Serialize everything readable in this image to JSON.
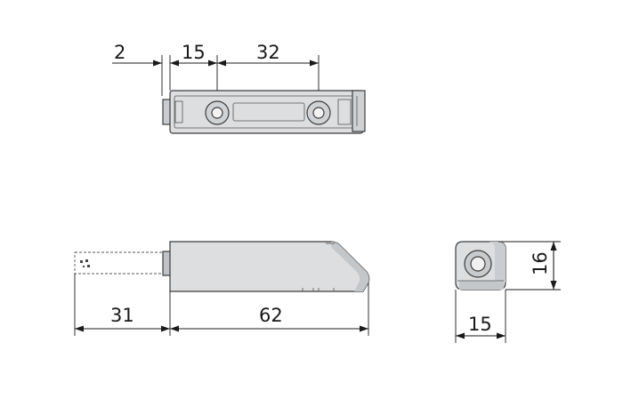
{
  "dimensions": {
    "top_offset": "2",
    "top_first_hole": "15",
    "top_hole_spacing": "32",
    "side_extension": "31",
    "side_body_length": "62",
    "end_width": "15",
    "end_height": "16"
  },
  "colors": {
    "line": "#1a1a1a",
    "body_fill": "#dcdee0",
    "body_shade": "#c4c7ca",
    "outline": "#3c3c3c"
  }
}
